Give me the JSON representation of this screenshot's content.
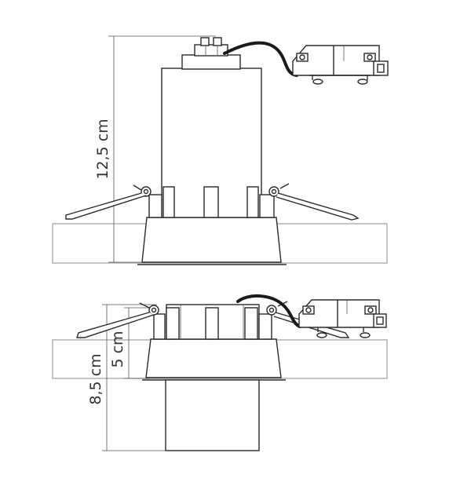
{
  "dimensions": {
    "top_height": "12,5 cm",
    "bottom_height": "8,5 cm",
    "bottom_recess": "5 cm"
  }
}
